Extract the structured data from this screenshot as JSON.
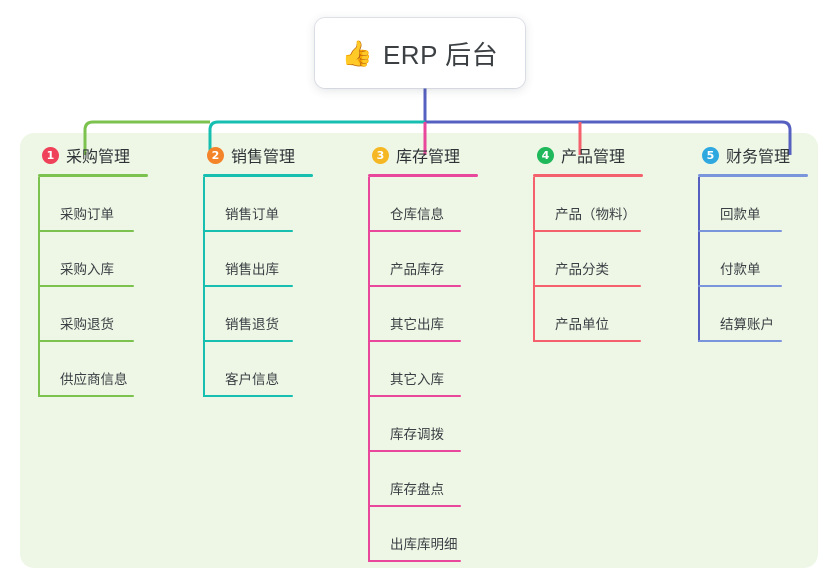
{
  "diagram": {
    "type": "mindmap",
    "root": {
      "icon": "thumbs-up-icon",
      "emoji": "👍",
      "title": "ERP 后台"
    },
    "panel_color": "#eef7e6",
    "bus": {
      "segments": [
        {
          "name": "green-segment",
          "color": "#7cc24e"
        },
        {
          "name": "teal-segment",
          "color": "#17bfb0"
        },
        {
          "name": "indigo-segment",
          "color": "#5560c0"
        }
      ],
      "root_stem_color": "#5560c0"
    },
    "branches": [
      {
        "number": "1",
        "title": "采购管理",
        "badge_color": "#ef4159",
        "line_color": "#7cc24e",
        "stem_color": "#7cc24e",
        "children": [
          "采购订单",
          "采购入库",
          "采购退货",
          "供应商信息"
        ]
      },
      {
        "number": "2",
        "title": "销售管理",
        "badge_color": "#f4842a",
        "line_color": "#17bfb0",
        "stem_color": "#17bfb0",
        "children": [
          "销售订单",
          "销售出库",
          "销售退货",
          "客户信息"
        ]
      },
      {
        "number": "3",
        "title": "库存管理",
        "badge_color": "#f5b824",
        "line_color": "#e8479b",
        "stem_color": "#e8479b",
        "children": [
          "仓库信息",
          "产品库存",
          "其它出库",
          "其它入库",
          "库存调拨",
          "库存盘点",
          "出库库明细"
        ]
      },
      {
        "number": "4",
        "title": "产品管理",
        "badge_color": "#1fb85a",
        "line_color": "#f4606c",
        "stem_color": "#f4606c",
        "children": [
          "产品（物料）",
          "产品分类",
          "产品单位"
        ]
      },
      {
        "number": "5",
        "title": "财务管理",
        "badge_color": "#2fa8e0",
        "line_color": "#7b95dd",
        "stem_color": "#5560c0",
        "children": [
          "回款单",
          "付款单",
          "结算账户"
        ]
      }
    ]
  }
}
